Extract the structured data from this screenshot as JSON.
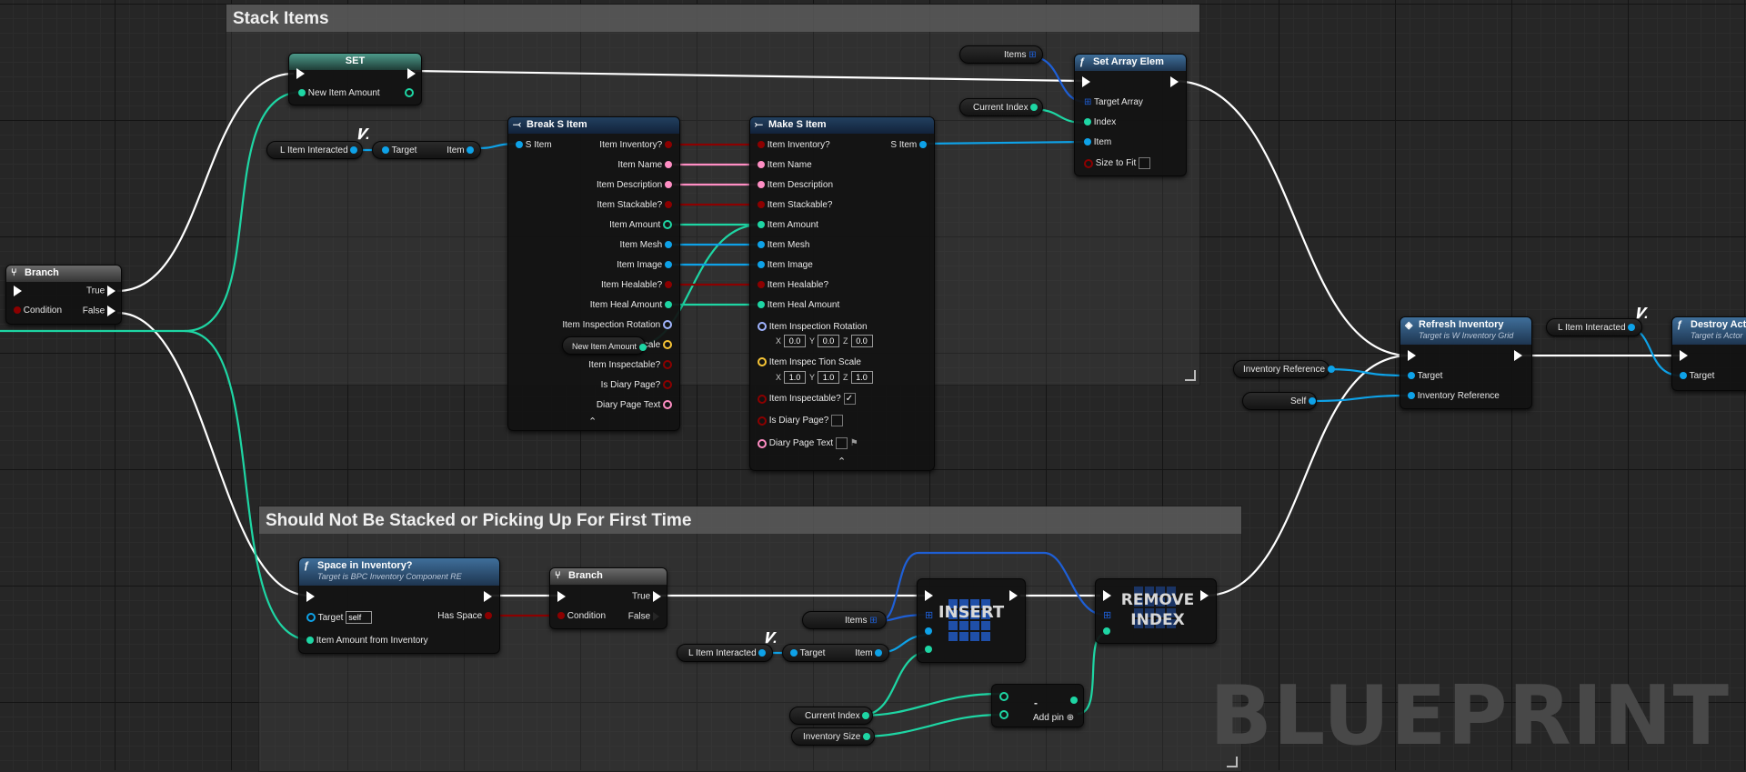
{
  "comments": {
    "stack_items": "Stack Items",
    "should_not_be_stacked": "Should Not Be Stacked or Picking Up For First Time"
  },
  "watermark": "BLUEPRINT",
  "nodes": {
    "branch1": {
      "title": "Branch",
      "condition": "Condition",
      "true": "True",
      "false": "False"
    },
    "set": {
      "title": "SET",
      "new_item_amount": "New Item Amount"
    },
    "items_var": "Items",
    "current_index_var": "Current Index",
    "set_array_elem": {
      "title": "Set Array Elem",
      "target_array": "Target Array",
      "index": "Index",
      "item": "Item",
      "size_to_fit": "Size to Fit"
    },
    "l_item_interacted": "L Item Interacted",
    "get_item": {
      "target": "Target",
      "item": "Item"
    },
    "break_s_item": {
      "title": "Break S Item",
      "input": "S Item",
      "pins": [
        "Item Inventory?",
        "Item Name",
        "Item Description",
        "Item Stackable?",
        "Item Amount",
        "Item Mesh",
        "Item Image",
        "Item Healable?",
        "Item Heal Amount",
        "Item Inspection Rotation",
        "Item Inspec Tion Scale",
        "Item Inspectable?",
        "Is Diary Page?",
        "Diary Page Text"
      ]
    },
    "new_item_amount_getter": "New Item Amount",
    "make_s_item": {
      "title": "Make S Item",
      "output": "S Item",
      "pins": [
        "Item Inventory?",
        "Item Name",
        "Item Description",
        "Item Stackable?",
        "Item Amount",
        "Item Mesh",
        "Item Image",
        "Item Healable?",
        "Item Heal Amount"
      ],
      "rotation_label": "Item Inspection Rotation",
      "rotation": {
        "x": "0.0",
        "y": "0.0",
        "z": "0.0"
      },
      "scale_label": "Item Inspec Tion Scale",
      "scale": {
        "x": "1.0",
        "y": "1.0",
        "z": "1.0"
      },
      "inspectable": "Item Inspectable?",
      "inspectable_checked": true,
      "is_diary": "Is Diary Page?",
      "diary_text": "Diary Page Text"
    },
    "refresh_inventory": {
      "title": "Refresh Inventory",
      "subtitle": "Target is W Inventory Grid",
      "target": "Target",
      "inventory_reference": "Inventory Reference"
    },
    "inventory_reference_var": "Inventory Reference",
    "self_var": "Self",
    "destroy_actor": {
      "title": "Destroy Actor",
      "subtitle": "Target is Actor",
      "target": "Target"
    },
    "space_in_inventory": {
      "title": "Space in Inventory?",
      "subtitle": "Target is BPC Inventory Component RE",
      "target": "Target",
      "target_value": "self",
      "has_space": "Has Space",
      "item_amount": "Item Amount from Inventory"
    },
    "branch2": {
      "title": "Branch",
      "condition": "Condition",
      "true": "True",
      "false": "False"
    },
    "insert": "INSERT",
    "remove_index": "REMOVE INDEX",
    "current_index_var2": "Current Index",
    "inventory_size_var": "Inventory Size",
    "subtract": {
      "symbol": "-",
      "add_pin": "Add pin"
    },
    "vec_axes": {
      "x": "X",
      "y": "Y",
      "z": "Z"
    }
  },
  "colors": {
    "exec": "#ffffff",
    "int": "#1ed6a4",
    "bool": "#8c0000",
    "string": "#ff8ec4",
    "object": "#0ea2e8",
    "array": "#1e5fd6",
    "rotator": "#a0b4ff",
    "vector": "#f8c535"
  }
}
